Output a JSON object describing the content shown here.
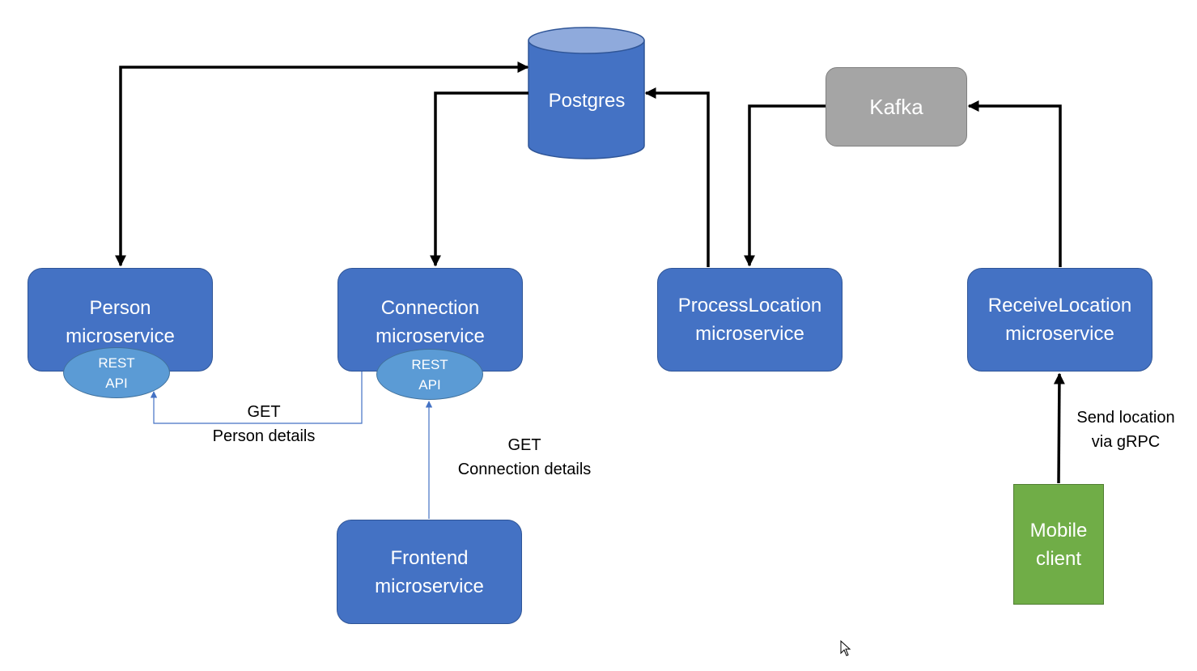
{
  "postgres": {
    "label": "Postgres"
  },
  "kafka": {
    "label": "Kafka"
  },
  "services": {
    "person": {
      "line1": "Person",
      "line2": "microservice"
    },
    "connection": {
      "line1": "Connection",
      "line2": "microservice"
    },
    "process_location": {
      "line1": "ProcessLocation",
      "line2": "microservice"
    },
    "receive_location": {
      "line1": "ReceiveLocation",
      "line2": "microservice"
    },
    "frontend": {
      "line1": "Frontend",
      "line2": "microservice"
    }
  },
  "rest_api": {
    "line1": "REST",
    "line2": "API"
  },
  "mobile_client": {
    "line1": "Mobile",
    "line2": "client"
  },
  "edge_labels": {
    "person_get": {
      "line1": "GET",
      "line2": "Person details"
    },
    "connection_get": {
      "line1": "GET",
      "line2": "Connection details"
    },
    "grpc": {
      "line1": "Send location",
      "line2": "via gRPC"
    }
  },
  "colors": {
    "service": "#4472c4",
    "api": "#5b9bd5",
    "kafka": "#a5a5a5",
    "mobile": "#70ad47",
    "postgres_top": "#8faadc",
    "rest_edge": "#4472c4",
    "flow_edge": "#000000"
  }
}
